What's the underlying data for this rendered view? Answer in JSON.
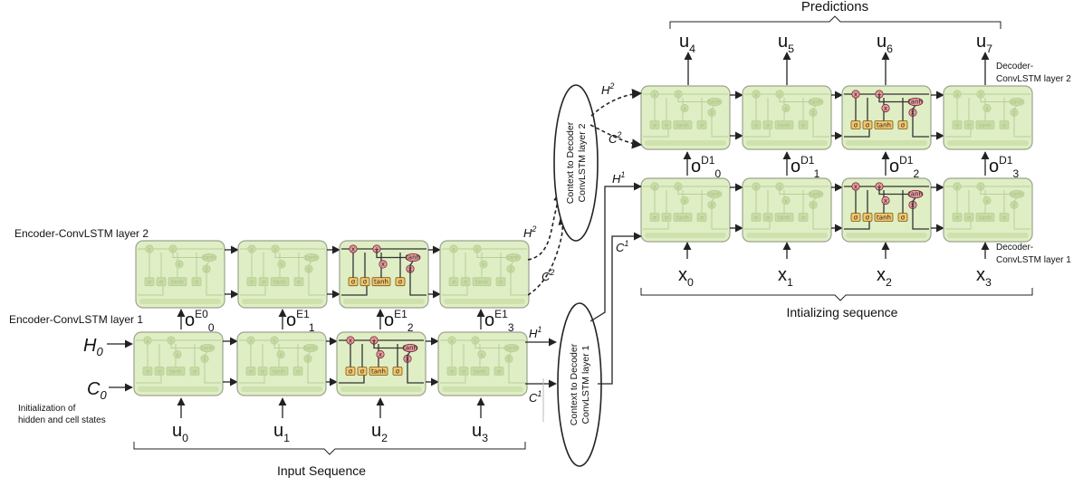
{
  "title": "Predictions",
  "encoder": {
    "layer2_label": "Encoder-ConvLSTM layer 2",
    "layer1_label": "Encoder-ConvLSTM layer  1",
    "h0": "H",
    "h0_sub": "0",
    "c0": "C",
    "c0_sub": "0",
    "init_note": [
      "Initialization of",
      "hidden and cell states"
    ],
    "outputs_l2": [
      {
        "base": "o",
        "sup": "E0",
        "sub": "0"
      },
      {
        "base": "o",
        "sup": "E1",
        "sub": "1"
      },
      {
        "base": "o",
        "sup": "E1",
        "sub": "2"
      },
      {
        "base": "o",
        "sup": "E1",
        "sub": "3"
      }
    ],
    "inputs": [
      {
        "base": "u",
        "sub": "0"
      },
      {
        "base": "u",
        "sub": "1"
      },
      {
        "base": "u",
        "sub": "2"
      },
      {
        "base": "u",
        "sub": "3"
      }
    ],
    "input_caption": "Input Sequence"
  },
  "context": {
    "layer1": [
      "Context to Decoder",
      "ConvLSTM layer 1"
    ],
    "layer2": [
      "Context to Decoder",
      "ConvLSTM layer 2"
    ],
    "h1": "H",
    "h1_sup": "1",
    "c1": "C",
    "c1_sup": "1",
    "h2": "H",
    "h2_sup": "2",
    "c2": "C",
    "c2_sup": "2"
  },
  "decoder": {
    "layer2_label": [
      "Decoder-",
      "ConvLSTM layer 2"
    ],
    "layer1_label": [
      "Decoder-",
      "ConvLSTM layer 1"
    ],
    "predictions": [
      {
        "base": "u",
        "sub": "4"
      },
      {
        "base": "u",
        "sub": "5"
      },
      {
        "base": "u",
        "sub": "6"
      },
      {
        "base": "u",
        "sub": "7"
      }
    ],
    "outputs_l2": [
      {
        "base": "o",
        "sup": "D1",
        "sub": "0"
      },
      {
        "base": "o",
        "sup": "D1",
        "sub": "1"
      },
      {
        "base": "o",
        "sup": "D1",
        "sub": "2"
      },
      {
        "base": "o",
        "sup": "D1",
        "sub": "3"
      }
    ],
    "inputs": [
      {
        "base": "x",
        "sub": "0"
      },
      {
        "base": "x",
        "sub": "1"
      },
      {
        "base": "x",
        "sub": "2"
      },
      {
        "base": "x",
        "sub": "3"
      }
    ],
    "input_caption": "Intializing sequence"
  },
  "cell_labels": {
    "sigma": "σ",
    "tanh": "tanh",
    "times": "x",
    "plus": "+"
  }
}
